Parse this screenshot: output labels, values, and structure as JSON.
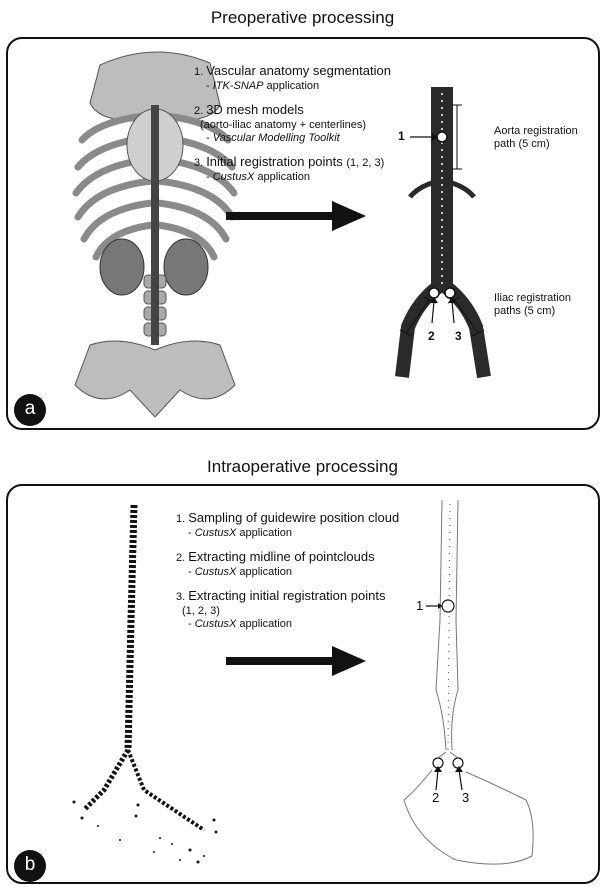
{
  "top": {
    "title": "Preoperative processing",
    "badge": "a",
    "steps": [
      {
        "num": "1.",
        "title": "Vascular anatomy segmentation",
        "sub_app": "ITK-SNAP",
        "sub_rest": " application"
      },
      {
        "num": "2.",
        "title": "3D mesh models",
        "detail": "(aorto-iliac anatomy + centerlines)",
        "sub_app": "Vascular Modelling Toolkit",
        "sub_rest": ""
      },
      {
        "num": "3.",
        "title": "Initial registration points",
        "title_extra": "(1, 2, 3)",
        "sub_app": "CustusX",
        "sub_rest": " application"
      }
    ],
    "point_labels": [
      "1",
      "2",
      "3"
    ],
    "aorta_note": [
      "Aorta registration",
      "path (5 cm)"
    ],
    "iliac_note": [
      "Iliac registration",
      "paths (5 cm)"
    ]
  },
  "bottom": {
    "title": "Intraoperative processing",
    "badge": "b",
    "steps": [
      {
        "num": "1.",
        "title": "Sampling of guidewire position cloud",
        "sub_app": "CustusX",
        "sub_rest": " application"
      },
      {
        "num": "2.",
        "title": "Extracting midline of pointclouds",
        "sub_app": "CustusX",
        "sub_rest": " application"
      },
      {
        "num": "3.",
        "title": "Extracting initial registration points",
        "detail": "(1, 2, 3)",
        "sub_app": "CustusX",
        "sub_rest": " application"
      }
    ],
    "point_labels": [
      "1",
      "2",
      "3"
    ]
  },
  "colors": {
    "ink": "#111111",
    "bone": "#9a9a9a",
    "vessel": "#2a2a2a"
  }
}
